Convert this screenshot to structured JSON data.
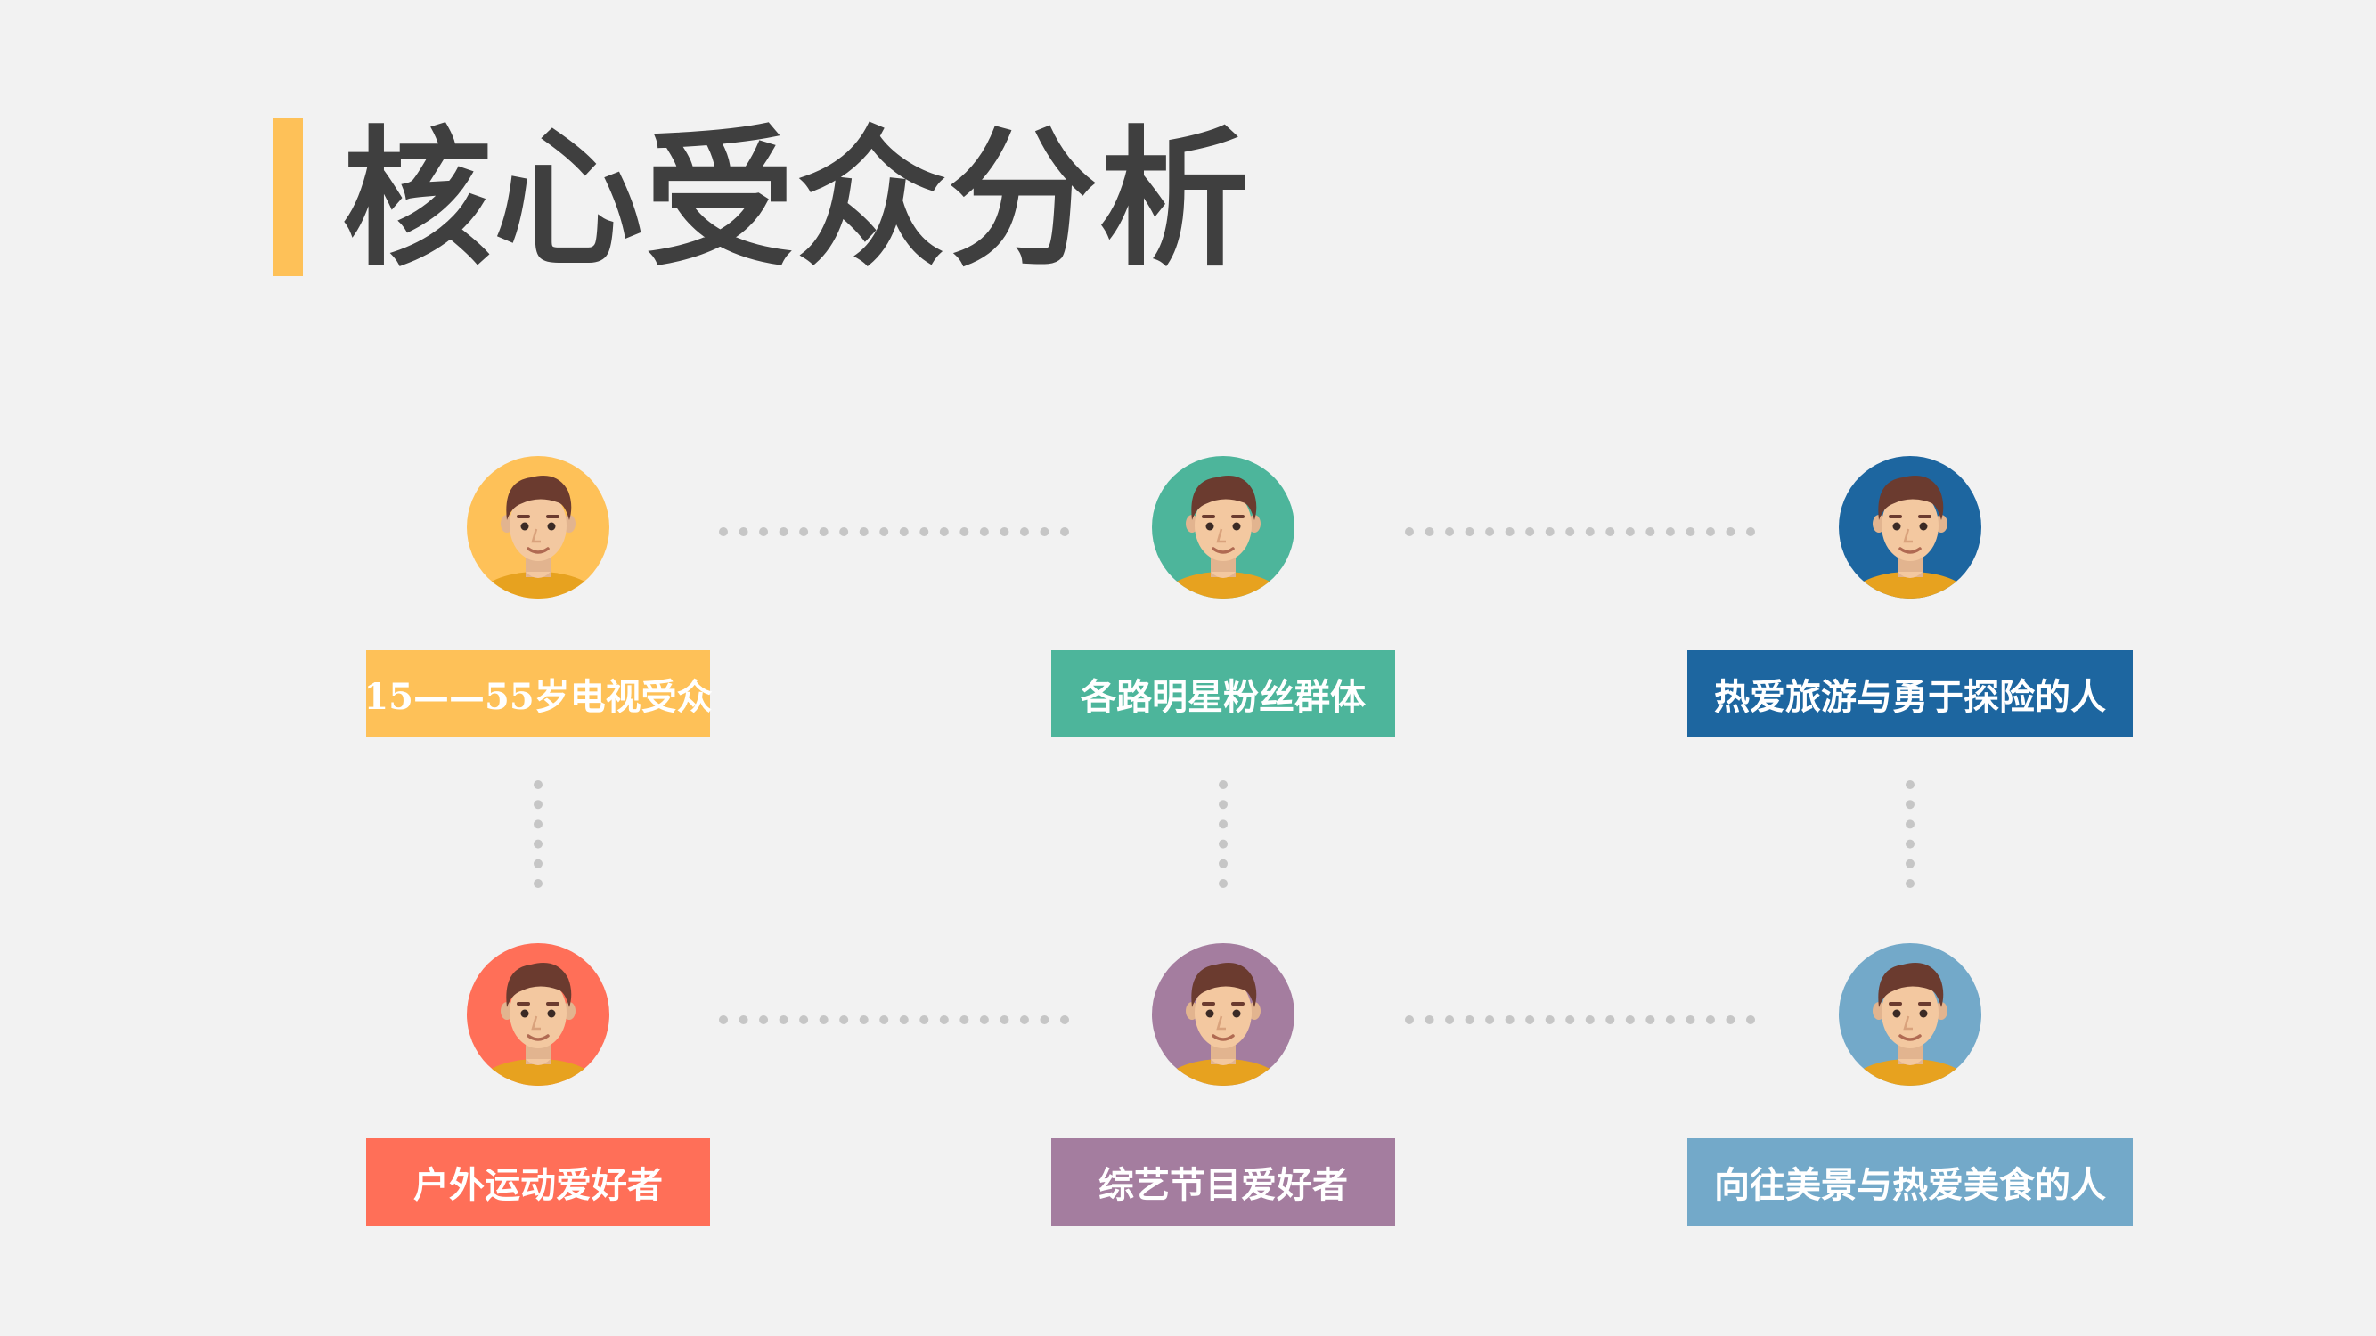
{
  "title": "核心受众分析",
  "accent_color": "#fec158",
  "audiences": [
    {
      "label": "15——55岁电视受众",
      "color": "#fec158"
    },
    {
      "label": "各路明星粉丝群体",
      "color": "#4db59b"
    },
    {
      "label": "热爱旅游与勇于探险的人",
      "color": "#1d66a0"
    },
    {
      "label": "户外运动爱好者",
      "color": "#ff6f58"
    },
    {
      "label": "综艺节目爱好者",
      "color": "#a47d9f"
    },
    {
      "label": "向往美景与热爱美食的人",
      "color": "#73a9c9"
    }
  ],
  "avatar_icon": "man-avatar-icon"
}
